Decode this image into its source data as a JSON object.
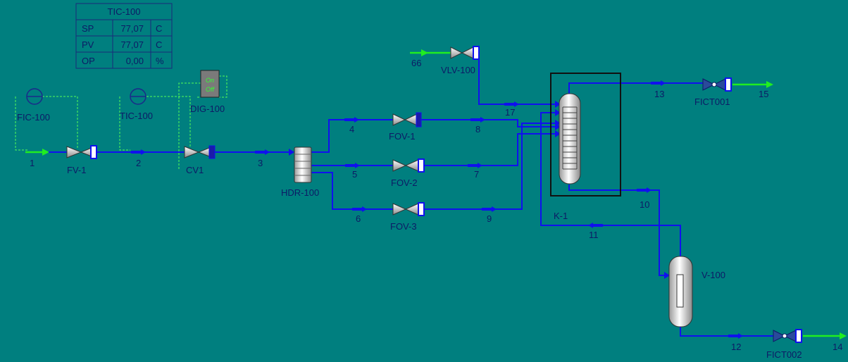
{
  "controller_table": {
    "title": "TIC-100",
    "rows": [
      {
        "label": "SP",
        "value": "77,07",
        "unit": "C"
      },
      {
        "label": "PV",
        "value": "77,07",
        "unit": "C"
      },
      {
        "label": "OP",
        "value": "0,00",
        "unit": "%"
      }
    ]
  },
  "controllers": {
    "fic": "FIC-100",
    "tic": "TIC-100",
    "dig": "DIG-100",
    "dig_on": "On",
    "dig_off": "Off"
  },
  "valves": {
    "fv1": "FV-1",
    "cv1": "CV1",
    "fov1": "FOV-1",
    "fov2": "FOV-2",
    "fov3": "FOV-3",
    "vlv100": "VLV-100",
    "fict001": "FICT001",
    "fict002": "FICT002"
  },
  "equipment": {
    "header": "HDR-100",
    "column": "K-1",
    "separator": "V-100"
  },
  "streams": {
    "s1": "1",
    "s2": "2",
    "s3": "3",
    "s4": "4",
    "s5": "5",
    "s6": "6",
    "s7": "7",
    "s8": "8",
    "s9": "9",
    "s10": "10",
    "s11": "11",
    "s12": "12",
    "s13": "13",
    "s14": "14",
    "s15": "15",
    "s17": "17",
    "s66": "66"
  },
  "colors": {
    "background": "#007f7f",
    "material_stream": "#1010ee",
    "feed_stream": "#20ee20",
    "label_text": "#0d1a66"
  }
}
